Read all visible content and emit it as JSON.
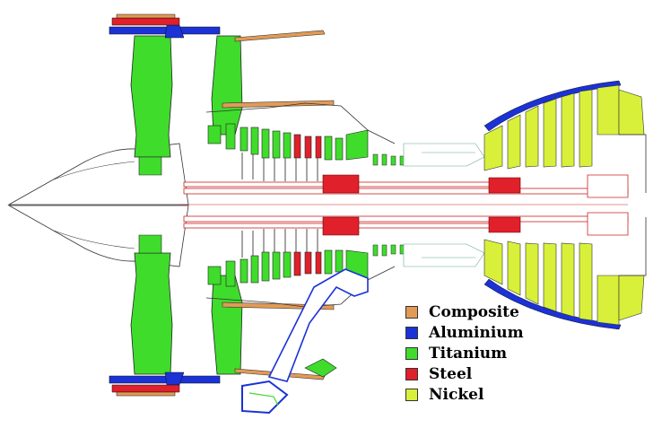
{
  "legend": [
    {
      "label": "Composite",
      "color": "#e39a55"
    },
    {
      "label": "Aluminium",
      "color": "#1a32d6"
    },
    {
      "label": "Titanium",
      "color": "#3fdc2c"
    },
    {
      "label": "Steel",
      "color": "#e0202a"
    },
    {
      "label": "Nickel",
      "color": "#d8f03a"
    }
  ]
}
